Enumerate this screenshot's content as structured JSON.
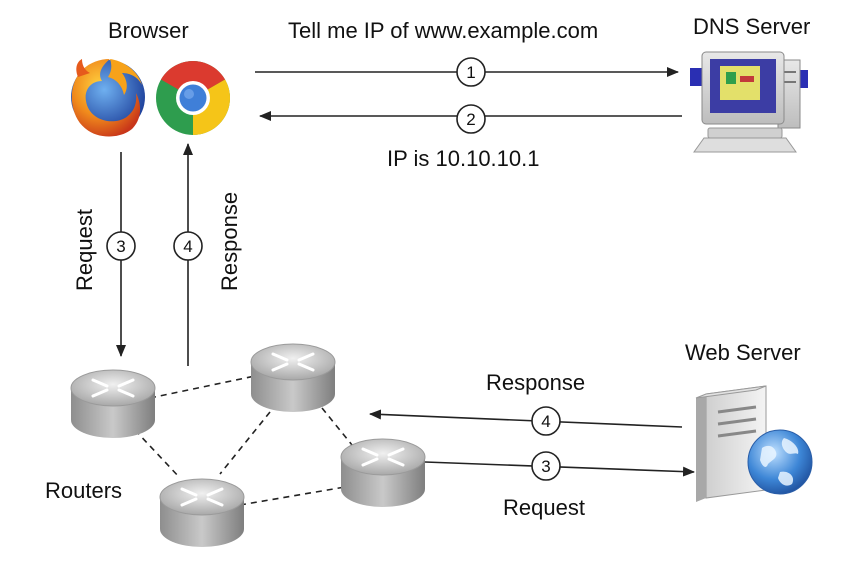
{
  "labels": {
    "browser": "Browser",
    "dns_server": "DNS Server",
    "web_server": "Web Server",
    "routers": "Routers",
    "dns_query": "Tell me IP of www.example.com",
    "dns_reply": "IP is 10.10.10.1",
    "request_vertical": "Request",
    "response_vertical": "Response",
    "response_web": "Response",
    "request_web": "Request"
  },
  "steps": {
    "s1": "1",
    "s2": "2",
    "s3_browser": "3",
    "s4_browser": "4",
    "s4_web": "4",
    "s3_web": "3"
  },
  "icons": {
    "firefox": "firefox-icon",
    "chrome": "chrome-icon",
    "dns": "desktop-computer-icon",
    "web": "server-globe-icon",
    "router": "router-icon"
  },
  "colors": {
    "line": "#222222",
    "router_body": "#b9b9b9",
    "chrome_red": "#db3a2f",
    "chrome_green": "#2e9d4e",
    "chrome_yellow": "#f5c518",
    "chrome_blue": "#3f7fd8",
    "firefox_orange": "#e8691e",
    "globe_blue": "#2f73c9"
  }
}
